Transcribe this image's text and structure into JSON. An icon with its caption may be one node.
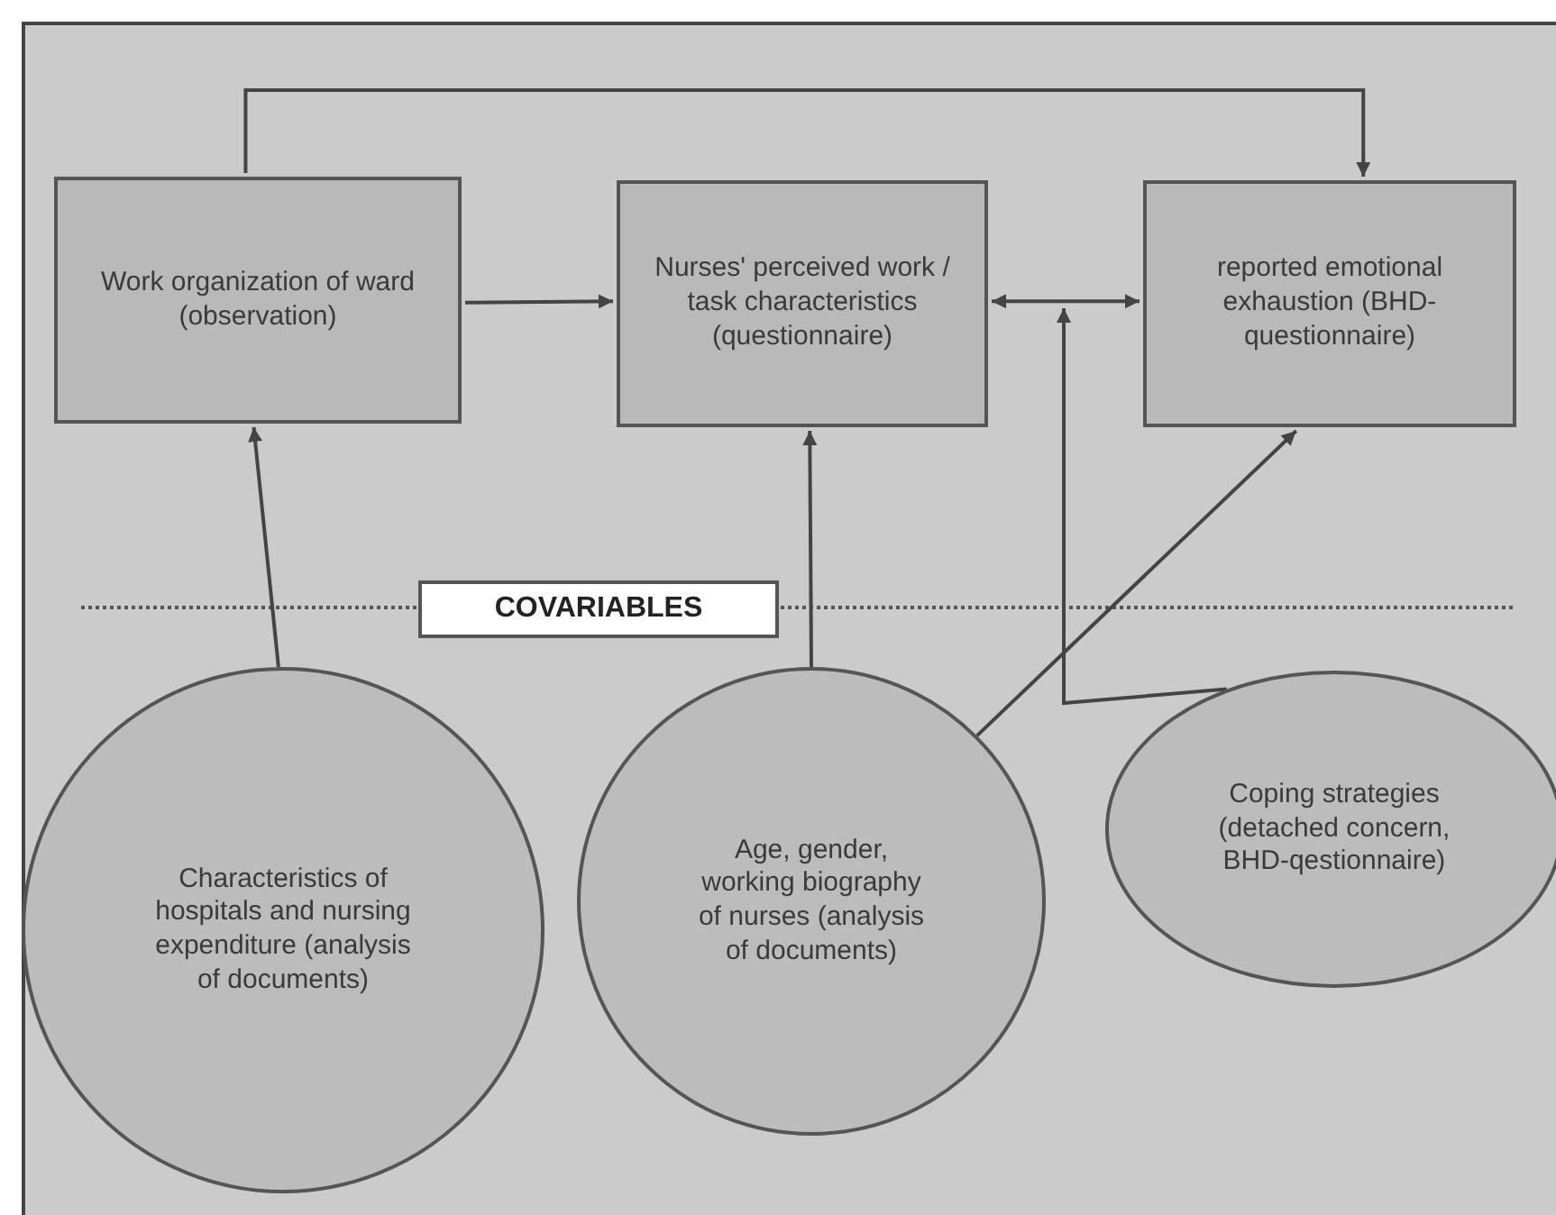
{
  "diagram": {
    "nodes": [
      {
        "text": [
          "Work organization of ward (observation)"
        ]
      },
      {
        "text": [
          "Nurses' perceived work / task characteristics (questionnaire)"
        ]
      },
      {
        "text": [
          "reported emotional exhaustion (BHD-questionnaire)"
        ]
      },
      {
        "text": [
          "COVARIABLES"
        ]
      },
      {
        "text": [
          "Characteristics of hospitals and nursing expenditure (analysis of documents)"
        ]
      },
      {
        "text": [
          "Age, gender, working biography of nurses (analysis of documents)"
        ]
      },
      {
        "text": [
          "Coping strategies (detached concern, BHD-qestionnaire)"
        ]
      }
    ],
    "edges": [
      {
        "from": 0,
        "to": 2,
        "arrow": "to"
      },
      {
        "from": 0,
        "to": 1,
        "arrow": "to"
      },
      {
        "from": 1,
        "to": 2,
        "arrow": "both"
      },
      {
        "from": 4,
        "to": 0,
        "arrow": "to"
      },
      {
        "from": 5,
        "to": 1,
        "arrow": "to"
      },
      {
        "from": 5,
        "to": 2,
        "arrow": "to"
      },
      {
        "from": 6,
        "to": null,
        "arrow": "to"
      }
    ]
  }
}
